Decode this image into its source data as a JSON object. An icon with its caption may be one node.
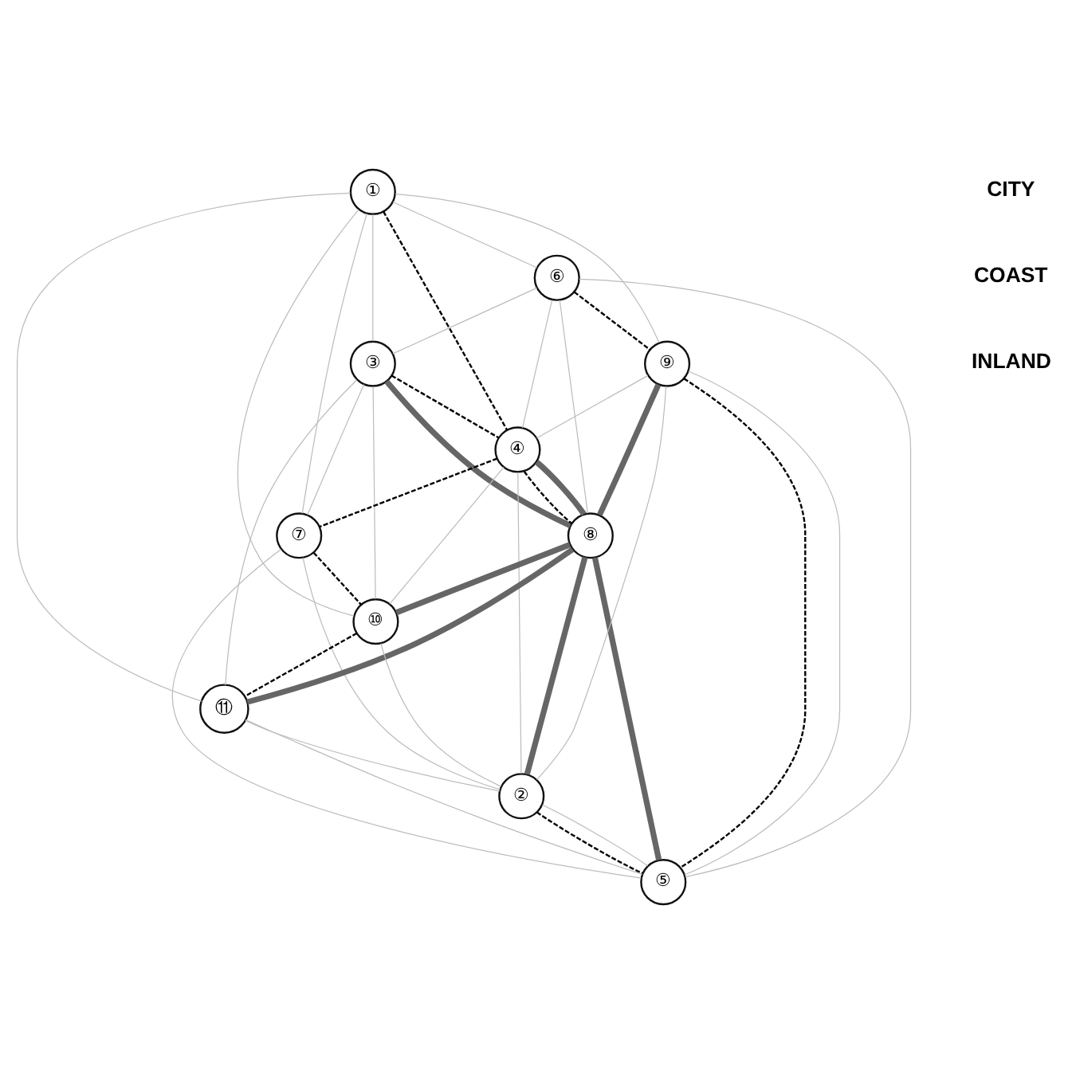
{
  "diagram": {
    "nodes": [
      {
        "text": [
          "①"
        ]
      },
      {
        "text": [
          "②"
        ]
      },
      {
        "text": [
          "③"
        ]
      },
      {
        "text": [
          "④"
        ]
      },
      {
        "text": [
          "⑤"
        ]
      },
      {
        "text": [
          "⑥"
        ]
      },
      {
        "text": [
          "⑦"
        ]
      },
      {
        "text": [
          "⑧"
        ]
      },
      {
        "text": [
          "⑨"
        ]
      },
      {
        "text": [
          "⑩"
        ]
      },
      {
        "text": [
          "⑪"
        ]
      }
    ],
    "edges": [
      {
        "from": 0,
        "to": 3,
        "arrow": "none",
        "style": "dashed",
        "color": "#000000"
      },
      {
        "from": 5,
        "to": 8,
        "arrow": "none",
        "style": "dashed",
        "color": "#000000"
      },
      {
        "from": 2,
        "to": 3,
        "arrow": "none",
        "style": "dashed",
        "color": "#000000"
      },
      {
        "from": 3,
        "to": 7,
        "arrow": "none",
        "style": "dashed",
        "color": "#000000"
      },
      {
        "from": 8,
        "to": 4,
        "arrow": "none",
        "style": "dashed",
        "color": "#000000"
      },
      {
        "from": 3,
        "to": 6,
        "arrow": "none",
        "style": "dashed",
        "color": "#000000"
      },
      {
        "from": 6,
        "to": 9,
        "arrow": "none",
        "style": "dashed",
        "color": "#000000"
      },
      {
        "from": 9,
        "to": 10,
        "arrow": "none",
        "style": "dashed",
        "color": "#000000"
      },
      {
        "from": 1,
        "to": 4,
        "arrow": "none",
        "style": "dashed",
        "color": "#000000"
      },
      {
        "from": 8,
        "to": 7,
        "arrow": "none",
        "style": "thick",
        "color": "#666666"
      },
      {
        "from": 3,
        "to": 7,
        "arrow": "none",
        "style": "thick",
        "color": "#666666"
      },
      {
        "from": 2,
        "to": 7,
        "arrow": "none",
        "style": "thick",
        "color": "#666666"
      },
      {
        "from": 7,
        "to": 9,
        "arrow": "none",
        "style": "thick",
        "color": "#666666"
      },
      {
        "from": 7,
        "to": 10,
        "arrow": "none",
        "style": "thick",
        "color": "#666666"
      },
      {
        "from": 7,
        "to": 1,
        "arrow": "none",
        "style": "thick",
        "color": "#666666"
      },
      {
        "from": 7,
        "to": 4,
        "arrow": "none",
        "style": "thick",
        "color": "#666666"
      },
      {
        "from": 0,
        "to": 5,
        "arrow": "none"
      },
      {
        "from": 0,
        "to": 8,
        "arrow": "none"
      },
      {
        "from": 0,
        "to": 2,
        "arrow": "none"
      },
      {
        "from": 0,
        "to": 9,
        "arrow": "none"
      },
      {
        "from": 0,
        "to": 10,
        "arrow": "none"
      },
      {
        "from": 0,
        "to": 6,
        "arrow": "none"
      },
      {
        "from": 5,
        "to": 3,
        "arrow": "none"
      },
      {
        "from": 5,
        "to": 2,
        "arrow": "none"
      },
      {
        "from": 5,
        "to": 4,
        "arrow": "none"
      },
      {
        "from": 5,
        "to": 7,
        "arrow": "none"
      },
      {
        "from": 8,
        "to": 3,
        "arrow": "none"
      },
      {
        "from": 8,
        "to": 4,
        "arrow": "none"
      },
      {
        "from": 8,
        "to": 1,
        "arrow": "none"
      },
      {
        "from": 2,
        "to": 9,
        "arrow": "none"
      },
      {
        "from": 2,
        "to": 6,
        "arrow": "none"
      },
      {
        "from": 3,
        "to": 1,
        "arrow": "none"
      },
      {
        "from": 3,
        "to": 9,
        "arrow": "none"
      },
      {
        "from": 6,
        "to": 1,
        "arrow": "none"
      },
      {
        "from": 6,
        "to": 4,
        "arrow": "none"
      },
      {
        "from": 9,
        "to": 1,
        "arrow": "none"
      },
      {
        "from": 10,
        "to": 1,
        "arrow": "none"
      },
      {
        "from": 10,
        "to": 4,
        "arrow": "none"
      },
      {
        "from": 1,
        "to": 4,
        "arrow": "none"
      },
      {
        "from": 2,
        "to": 10,
        "arrow": "none"
      }
    ],
    "labels": [
      "CITY",
      "COAST",
      "INLAND"
    ]
  }
}
